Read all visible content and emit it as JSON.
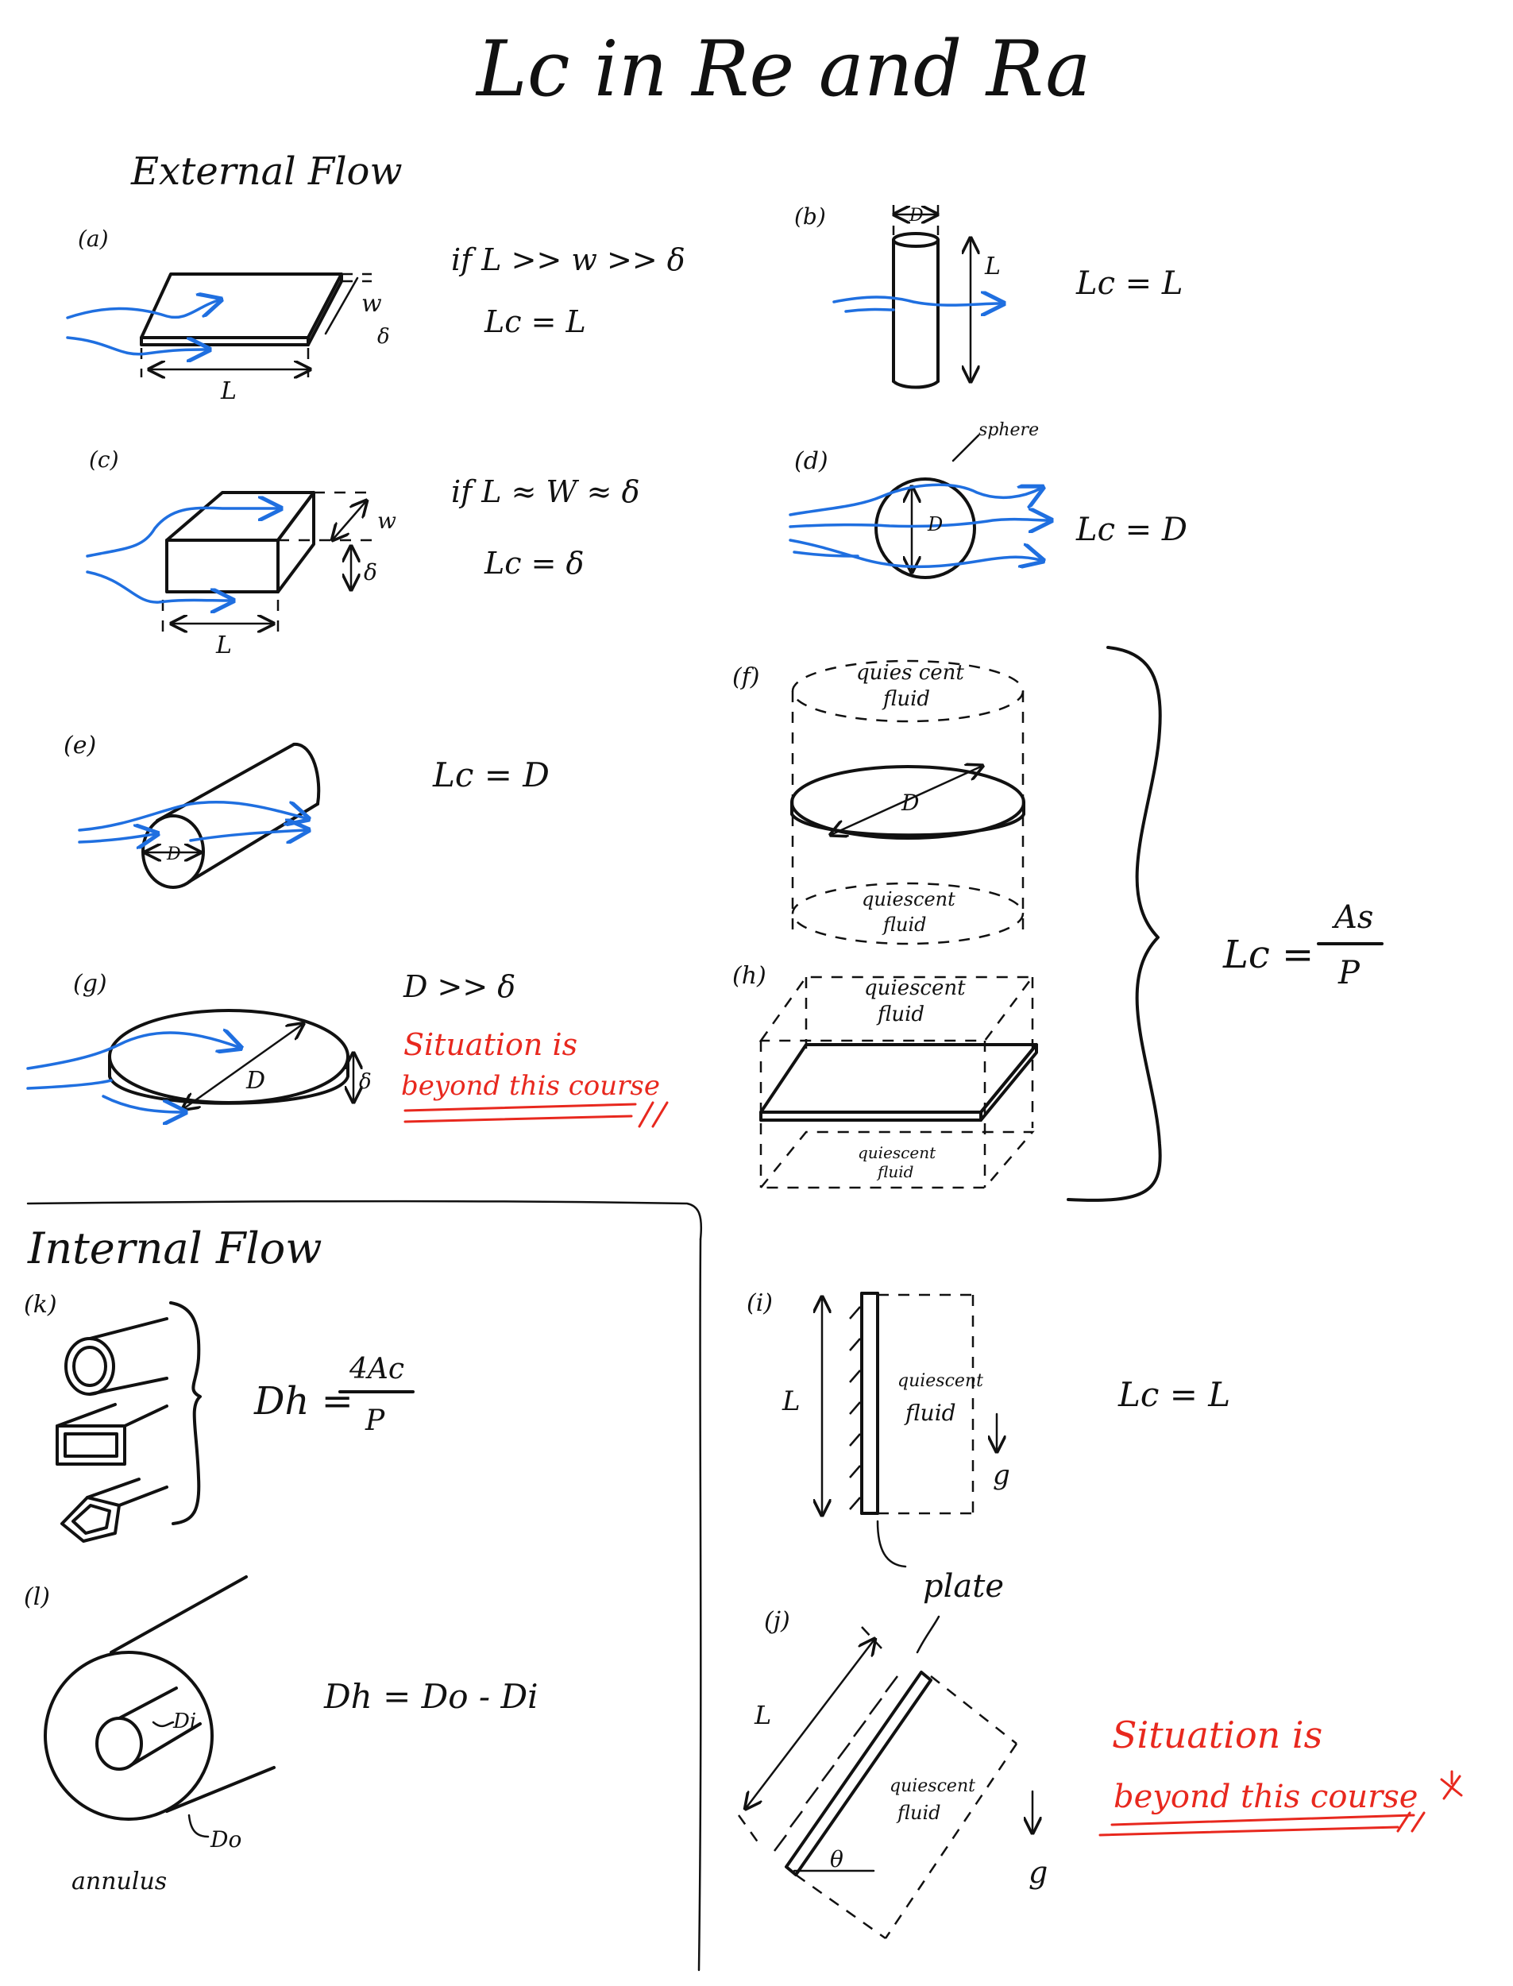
{
  "title": "Lc in Re and Ra",
  "colors": {
    "ink": "#111111",
    "flow": "#1f6fe0",
    "warning": "#e8281e"
  },
  "external": {
    "heading": "External Flow",
    "a": {
      "tag": "(a)",
      "condition": "if L >> w >> δ",
      "result": "Lc = L",
      "dims": [
        "w",
        "δ",
        "L"
      ]
    },
    "b": {
      "tag": "(b)",
      "result": "Lc = L",
      "dims": [
        "D",
        "L"
      ]
    },
    "c": {
      "tag": "(c)",
      "condition": "if L ≈ W ≈ δ",
      "result": "Lc = δ",
      "dims": [
        "w",
        "δ",
        "L"
      ]
    },
    "d": {
      "tag": "(d)",
      "note": "sphere",
      "result": "Lc = D",
      "dims": [
        "D"
      ]
    },
    "e": {
      "tag": "(e)",
      "result": "Lc = D",
      "dims": [
        "D"
      ]
    },
    "f": {
      "tag": "(f)",
      "fluid_top": [
        "quies cent",
        "fluid"
      ],
      "fluid_bottom": [
        "quiescent",
        "fluid"
      ],
      "dims": [
        "D"
      ]
    },
    "g": {
      "tag": "(g)",
      "condition": "D >> δ",
      "warning": [
        "Situation is",
        "beyond this course"
      ],
      "dims": [
        "D",
        "δ"
      ]
    },
    "h": {
      "tag": "(h)",
      "fluid_top": [
        "quiescent",
        "fluid"
      ],
      "fluid_bottom": [
        "quiescent",
        "fluid"
      ]
    },
    "group_result": {
      "lhs": "Lc =",
      "numerator": "As",
      "denominator": "P"
    }
  },
  "internal": {
    "heading": "Internal Flow",
    "k": {
      "tag": "(k)",
      "formula_lhs": "Dh =",
      "numerator": "4Ac",
      "denominator": "P"
    },
    "l": {
      "tag": "(l)",
      "formula": "Dh = Do - Di",
      "inner_label": "Di",
      "outer_label": "Do",
      "caption": "annulus"
    }
  },
  "natural": {
    "i": {
      "tag": "(i)",
      "length": "L",
      "fluid": [
        "quiescent",
        "fluid"
      ],
      "gravity": "g",
      "result": "Lc = L",
      "pointer": "plate"
    },
    "j": {
      "tag": "(j)",
      "length": "L",
      "fluid": [
        "quiescent",
        "fluid"
      ],
      "angle": "θ",
      "gravity": "g",
      "warning": [
        "Situation is",
        "beyond this course"
      ]
    }
  }
}
